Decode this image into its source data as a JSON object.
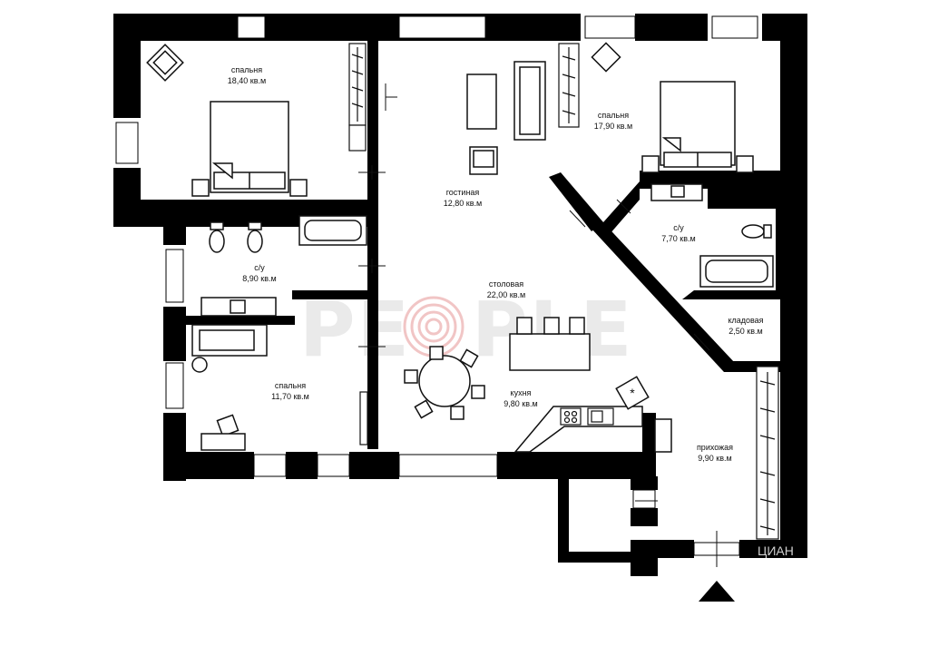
{
  "plan": {
    "watermark": "PE",
    "watermark_tail": "PLE",
    "corner_mark": "ЦИАН",
    "top_mark": "",
    "rooms": [
      {
        "id": "bedroom-1",
        "name": "спальня",
        "area": "18,40 кв.м"
      },
      {
        "id": "bedroom-2",
        "name": "спальня",
        "area": "17,90 кв.м"
      },
      {
        "id": "living",
        "name": "гостиная",
        "area": "12,80 кв.м"
      },
      {
        "id": "bath-1",
        "name": "с/у",
        "area": "8,90 кв.м"
      },
      {
        "id": "bath-2",
        "name": "с/у",
        "area": "7,70 кв.м"
      },
      {
        "id": "dining",
        "name": "столовая",
        "area": "22,00 кв.м"
      },
      {
        "id": "storage",
        "name": "кладовая",
        "area": "2,50 кв.м"
      },
      {
        "id": "bedroom-3",
        "name": "спальня",
        "area": "11,70 кв.м"
      },
      {
        "id": "kitchen",
        "name": "кухня",
        "area": "9,80 кв.м"
      },
      {
        "id": "hall",
        "name": "прихожая",
        "area": "9,90 кв.м"
      }
    ]
  },
  "colors": {
    "wall": "#000000",
    "furniture": "#1a1a1a",
    "background": "#ffffff",
    "watermark": "#d9d9d9",
    "accent": "#e8a0a0"
  },
  "icons": [
    "north-arrow-icon",
    "fingerprint-icon",
    "bed-icon",
    "bathtub-icon",
    "toilet-icon",
    "sink-icon",
    "stove-icon",
    "armchair-icon",
    "sofa-icon",
    "dining-table-icon",
    "wardrobe-icon",
    "door-icon"
  ]
}
